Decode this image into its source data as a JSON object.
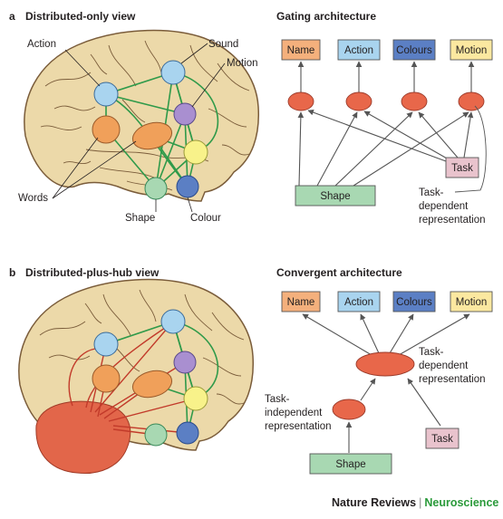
{
  "panel_a": {
    "letter": "a",
    "title": "Distributed-only view",
    "brain_labels": {
      "action": "Action",
      "sound": "Sound",
      "motion": "Motion",
      "words": "Words",
      "shape": "Shape",
      "colour": "Colour"
    },
    "gating": {
      "title": "Gating architecture",
      "outputs": [
        "Name",
        "Action",
        "Colours",
        "Motion"
      ],
      "task": "Task",
      "shape": "Shape",
      "note_line1": "Task-",
      "note_line2": "dependent",
      "note_line3": "representation"
    }
  },
  "panel_b": {
    "letter": "b",
    "title": "Distributed-plus-hub view",
    "convergent": {
      "title": "Convergent architecture",
      "outputs": [
        "Name",
        "Action",
        "Colours",
        "Motion"
      ],
      "hub_note_line1": "Task-",
      "hub_note_line2": "dependent",
      "hub_note_line3": "representation",
      "ind_note_line1": "Task-",
      "ind_note_line2": "independent",
      "ind_note_line3": "representation",
      "shape": "Shape",
      "task": "Task"
    }
  },
  "footer": {
    "journal": "Nature Reviews",
    "section": "Neuroscience"
  },
  "colors": {
    "name_box": "#f4b07c",
    "action_box": "#a9d4ef",
    "colours_box": "#5b7fc4",
    "motion_box": "#fbe8a0",
    "shape_box": "#a8d8b2",
    "task_box": "#e9c3cd",
    "node_red": "#e8674a",
    "brain_fill": "#ecd9a9",
    "brain_line": "#7a5c3a",
    "green_link": "#2f9a4a",
    "red_link": "#c23a2a",
    "hub": "#e2664a"
  }
}
